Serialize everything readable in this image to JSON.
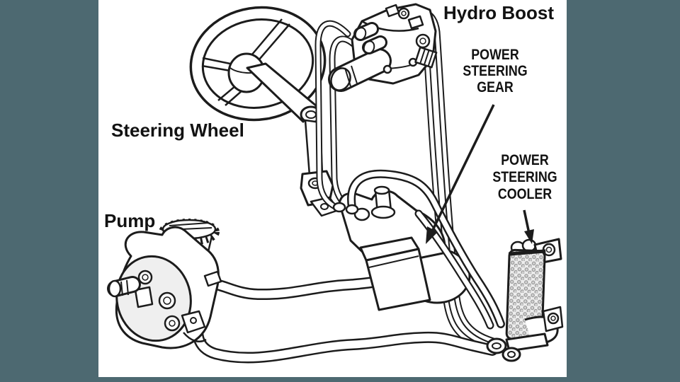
{
  "page": {
    "frame_color": "#4d6971",
    "canvas_color": "#ffffff",
    "ink_color": "#1c1c1c"
  },
  "diagram": {
    "labels": {
      "hydro_boost": "Hydro Boost",
      "steering_wheel": "Steering Wheel",
      "pump": "Pump",
      "power_steering_gear": {
        "line1": "POWER",
        "line2": "STEERING",
        "line3": "GEAR"
      },
      "power_steering_cooler": {
        "line1": "POWER",
        "line2": "STEERING",
        "line3": "COOLER"
      }
    }
  }
}
